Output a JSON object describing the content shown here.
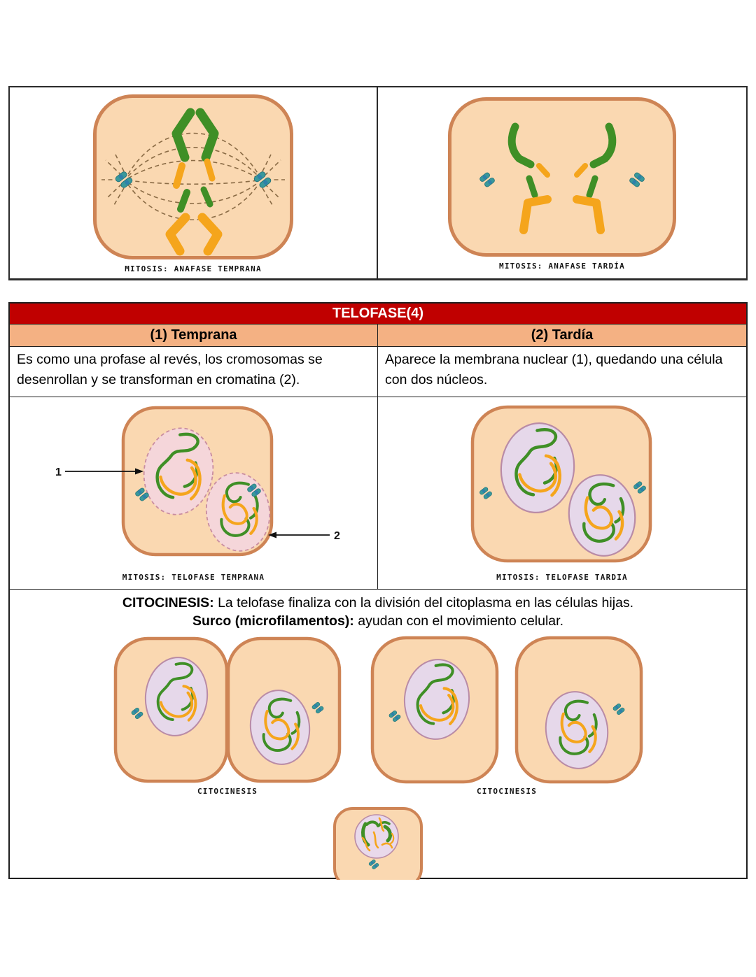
{
  "colors": {
    "title_bar_red": "#C00000",
    "subheader_peach": "#F4B183",
    "cell_cytoplasm": "#FAD8B1",
    "cell_membrane": "#CE8455",
    "nucleus_early_pink": "#F5D6DA",
    "nucleus_late_lavender": "#E6D8EA",
    "chromosome_green": "#3F8F26",
    "chromosome_orange": "#F5A51C",
    "centriole_teal": "#39989B",
    "spindle_brown": "#8A6B45"
  },
  "anafase_table": {
    "early_caption": "MITOSIS: ANAFASE TEMPRANA",
    "late_caption": "MITOSIS: ANAFASE TARDÍA"
  },
  "telofase_table": {
    "title": "TELOFASE(4)",
    "early_header": "(1) Temprana",
    "late_header": "(2) Tardía",
    "early_text": "Es como una profase al revés, los cromosomas se desenrollan y se transforman en cromatina (2).",
    "late_text": "Aparece la membrana nuclear (1), quedando una célula con dos núcleos.",
    "early_caption": "MITOSIS: TELOFASE TEMPRANA",
    "late_caption": "MITOSIS: TELOFASE TARDIA",
    "label_1": "1",
    "label_2": "2"
  },
  "citocinesis": {
    "heading_bold": "CITOCINESIS:",
    "heading_text": "La telofase finaliza con la división del citoplasma en las células hijas.",
    "subheading_bold": "Surco (microfilamentos):",
    "subheading_text": "ayudan con el movimiento celular.",
    "left_caption": "CITOCINESIS",
    "right_caption": "CITOCINESIS"
  }
}
